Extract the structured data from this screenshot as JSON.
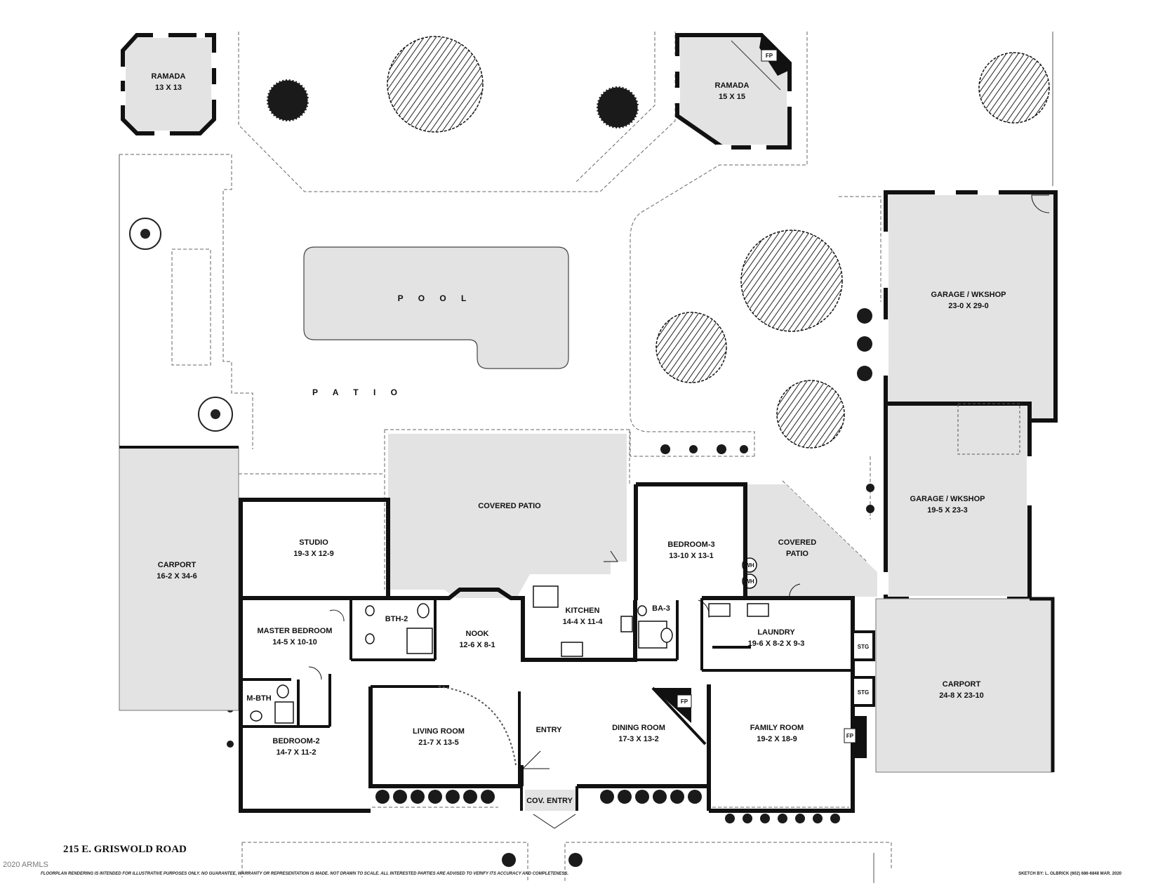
{
  "rooms": {
    "ramada_left": {
      "name": "RAMADA",
      "size": "13  X  13"
    },
    "ramada_right": {
      "name": "RAMADA",
      "size": "15  X  15"
    },
    "fireplace_label": "FP",
    "pool": "P O O L",
    "patio": "P A T I O",
    "carport_left": {
      "name": "CARPORT",
      "size": "16-2  X 34-6"
    },
    "studio": {
      "name": "STUDIO",
      "size": "19-3  X  12-9"
    },
    "covered_patio_main": "COVERED PATIO",
    "bedroom3": {
      "name": "BEDROOM-3",
      "size": "13-10 X 13-1"
    },
    "covered_patio_right": {
      "line1": "COVERED",
      "line2": "PATIO"
    },
    "water_heater": "WH",
    "garage1": {
      "name": "GARAGE / WKSHOP",
      "size": "23-0  X  29-0"
    },
    "garage2": {
      "name": "GARAGE / WKSHOP",
      "size": "19-5  X  23-3"
    },
    "master_bedroom": {
      "name": "MASTER BEDROOM",
      "size": "14-5  X  10-10"
    },
    "bth2": "BTH-2",
    "nook": {
      "name": "NOOK",
      "size": "12-6  X 8-1"
    },
    "kitchen": {
      "name": "KITCHEN",
      "size": "14-4  X 11-4"
    },
    "ba3": "BA-3",
    "laundry": {
      "name": "LAUNDRY",
      "size": "19-6 X 8-2 X 9-3"
    },
    "storage": "STG",
    "carport_right": {
      "name": "CARPORT",
      "size": "24-8  X 23-10"
    },
    "m_bth": "M-BTH",
    "living_room": {
      "name": "LIVING ROOM",
      "size": "21-7  X  13-5"
    },
    "entry": "ENTRY",
    "dining_room": {
      "name": "DINING ROOM",
      "size": "17-3  X  13-2"
    },
    "family_room": {
      "name": "FAMILY ROOM",
      "size": "19-2  X  18-9"
    },
    "bedroom2": {
      "name": "BEDROOM-2",
      "size": "14-7  X  11-2"
    },
    "cov_entry": "COV. ENTRY"
  },
  "footer": {
    "address": "215 E. GRISWOLD ROAD",
    "copyright": "2020 ARMLS",
    "disclaimer": "FLOORPLAN RENDERING IS INTENDED FOR ILLUSTRATIVE PURPOSES ONLY.  NO GUARANTEE, WARRANTY OR REPRESENTATION IS MADE.  NOT DRAWN TO SCALE.  ALL INTERESTED PARTIES ARE ADVISED TO VERIFY ITS ACCURACY AND COMPLETENESS.",
    "sketch": "SKETCH BY:   L. OLBRICK  (602) 686-6848  MAR. 2020"
  },
  "colors": {
    "wall": "#111111",
    "room_fill": "#e3e3e3",
    "dashed": "#666666",
    "shrub": "#1a1a1a"
  }
}
